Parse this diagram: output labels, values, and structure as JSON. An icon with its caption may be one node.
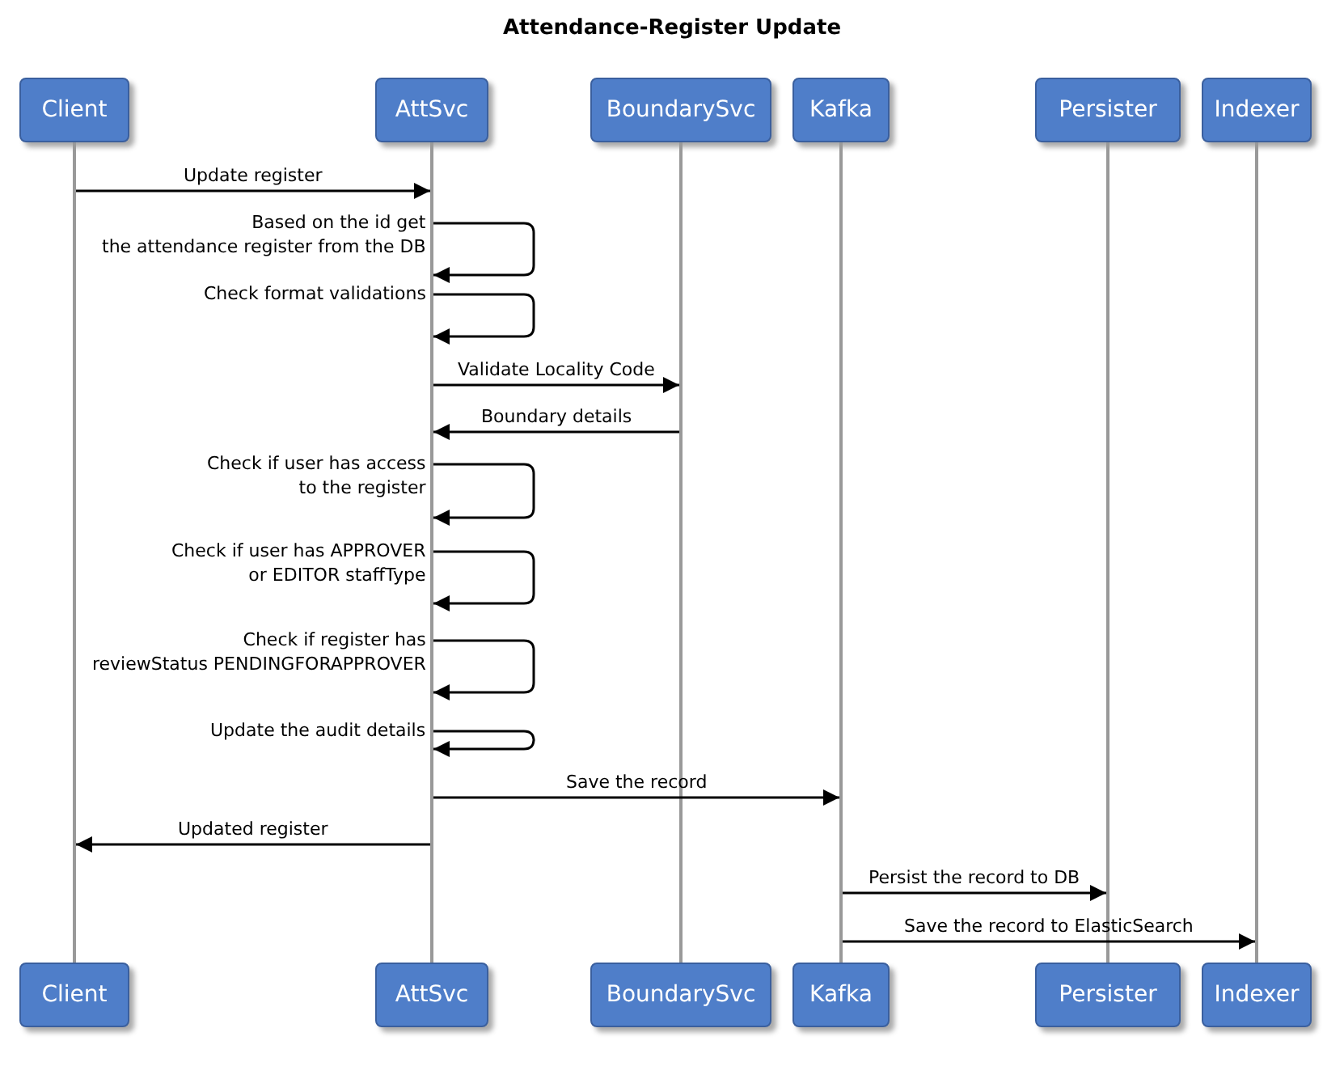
{
  "diagram": {
    "title": "Attendance-Register Update",
    "nodes": [
      {
        "text": [
          "Client"
        ]
      },
      {
        "text": [
          "AttSvc"
        ]
      },
      {
        "text": [
          "BoundarySvc"
        ]
      },
      {
        "text": [
          "Kafka"
        ]
      },
      {
        "text": [
          "Persister"
        ]
      },
      {
        "text": [
          "Indexer"
        ]
      },
      {
        "text": [
          "Client"
        ]
      },
      {
        "text": [
          "AttSvc"
        ]
      },
      {
        "text": [
          "BoundarySvc"
        ]
      },
      {
        "text": [
          "Kafka"
        ]
      },
      {
        "text": [
          "Persister"
        ]
      },
      {
        "text": [
          "Indexer"
        ]
      },
      {
        "text": [],
        "shape": "bar"
      },
      {
        "text": [],
        "shape": "bar"
      },
      {
        "text": [],
        "shape": "bar"
      },
      {
        "text": [],
        "shape": "bar"
      },
      {
        "text": [],
        "shape": "bar"
      },
      {
        "text": [],
        "shape": "bar"
      }
    ],
    "edges": [
      {
        "from": 12,
        "to": 13,
        "arrow": "to",
        "label": "Update register"
      },
      {
        "from": 13,
        "to": 13,
        "arrow": "to",
        "label": "Based on the id get the attendance register from the DB"
      },
      {
        "from": 13,
        "to": 13,
        "arrow": "to",
        "label": "Check format validations"
      },
      {
        "from": 13,
        "to": 14,
        "arrow": "to",
        "label": "Validate Locality Code"
      },
      {
        "from": 14,
        "to": 13,
        "arrow": "to",
        "label": "Boundary details"
      },
      {
        "from": 13,
        "to": 13,
        "arrow": "to",
        "label": "Check if user has access to the register"
      },
      {
        "from": 13,
        "to": 13,
        "arrow": "to",
        "label": "Check if user has APPROVER or EDITOR staffType"
      },
      {
        "from": 13,
        "to": 13,
        "arrow": "to",
        "label": "Check if register has reviewStatus PENDINGFORAPPROVER"
      },
      {
        "from": 13,
        "to": 13,
        "arrow": "to",
        "label": "Update the audit details"
      },
      {
        "from": 13,
        "to": 15,
        "arrow": "to",
        "label": "Save the record"
      },
      {
        "from": 13,
        "to": 12,
        "arrow": "to",
        "label": "Updated register"
      },
      {
        "from": 15,
        "to": 16,
        "arrow": "to",
        "label": "Persist the record to DB"
      },
      {
        "from": 15,
        "to": 17,
        "arrow": "to",
        "label": "Save the record to ElasticSearch"
      }
    ]
  }
}
